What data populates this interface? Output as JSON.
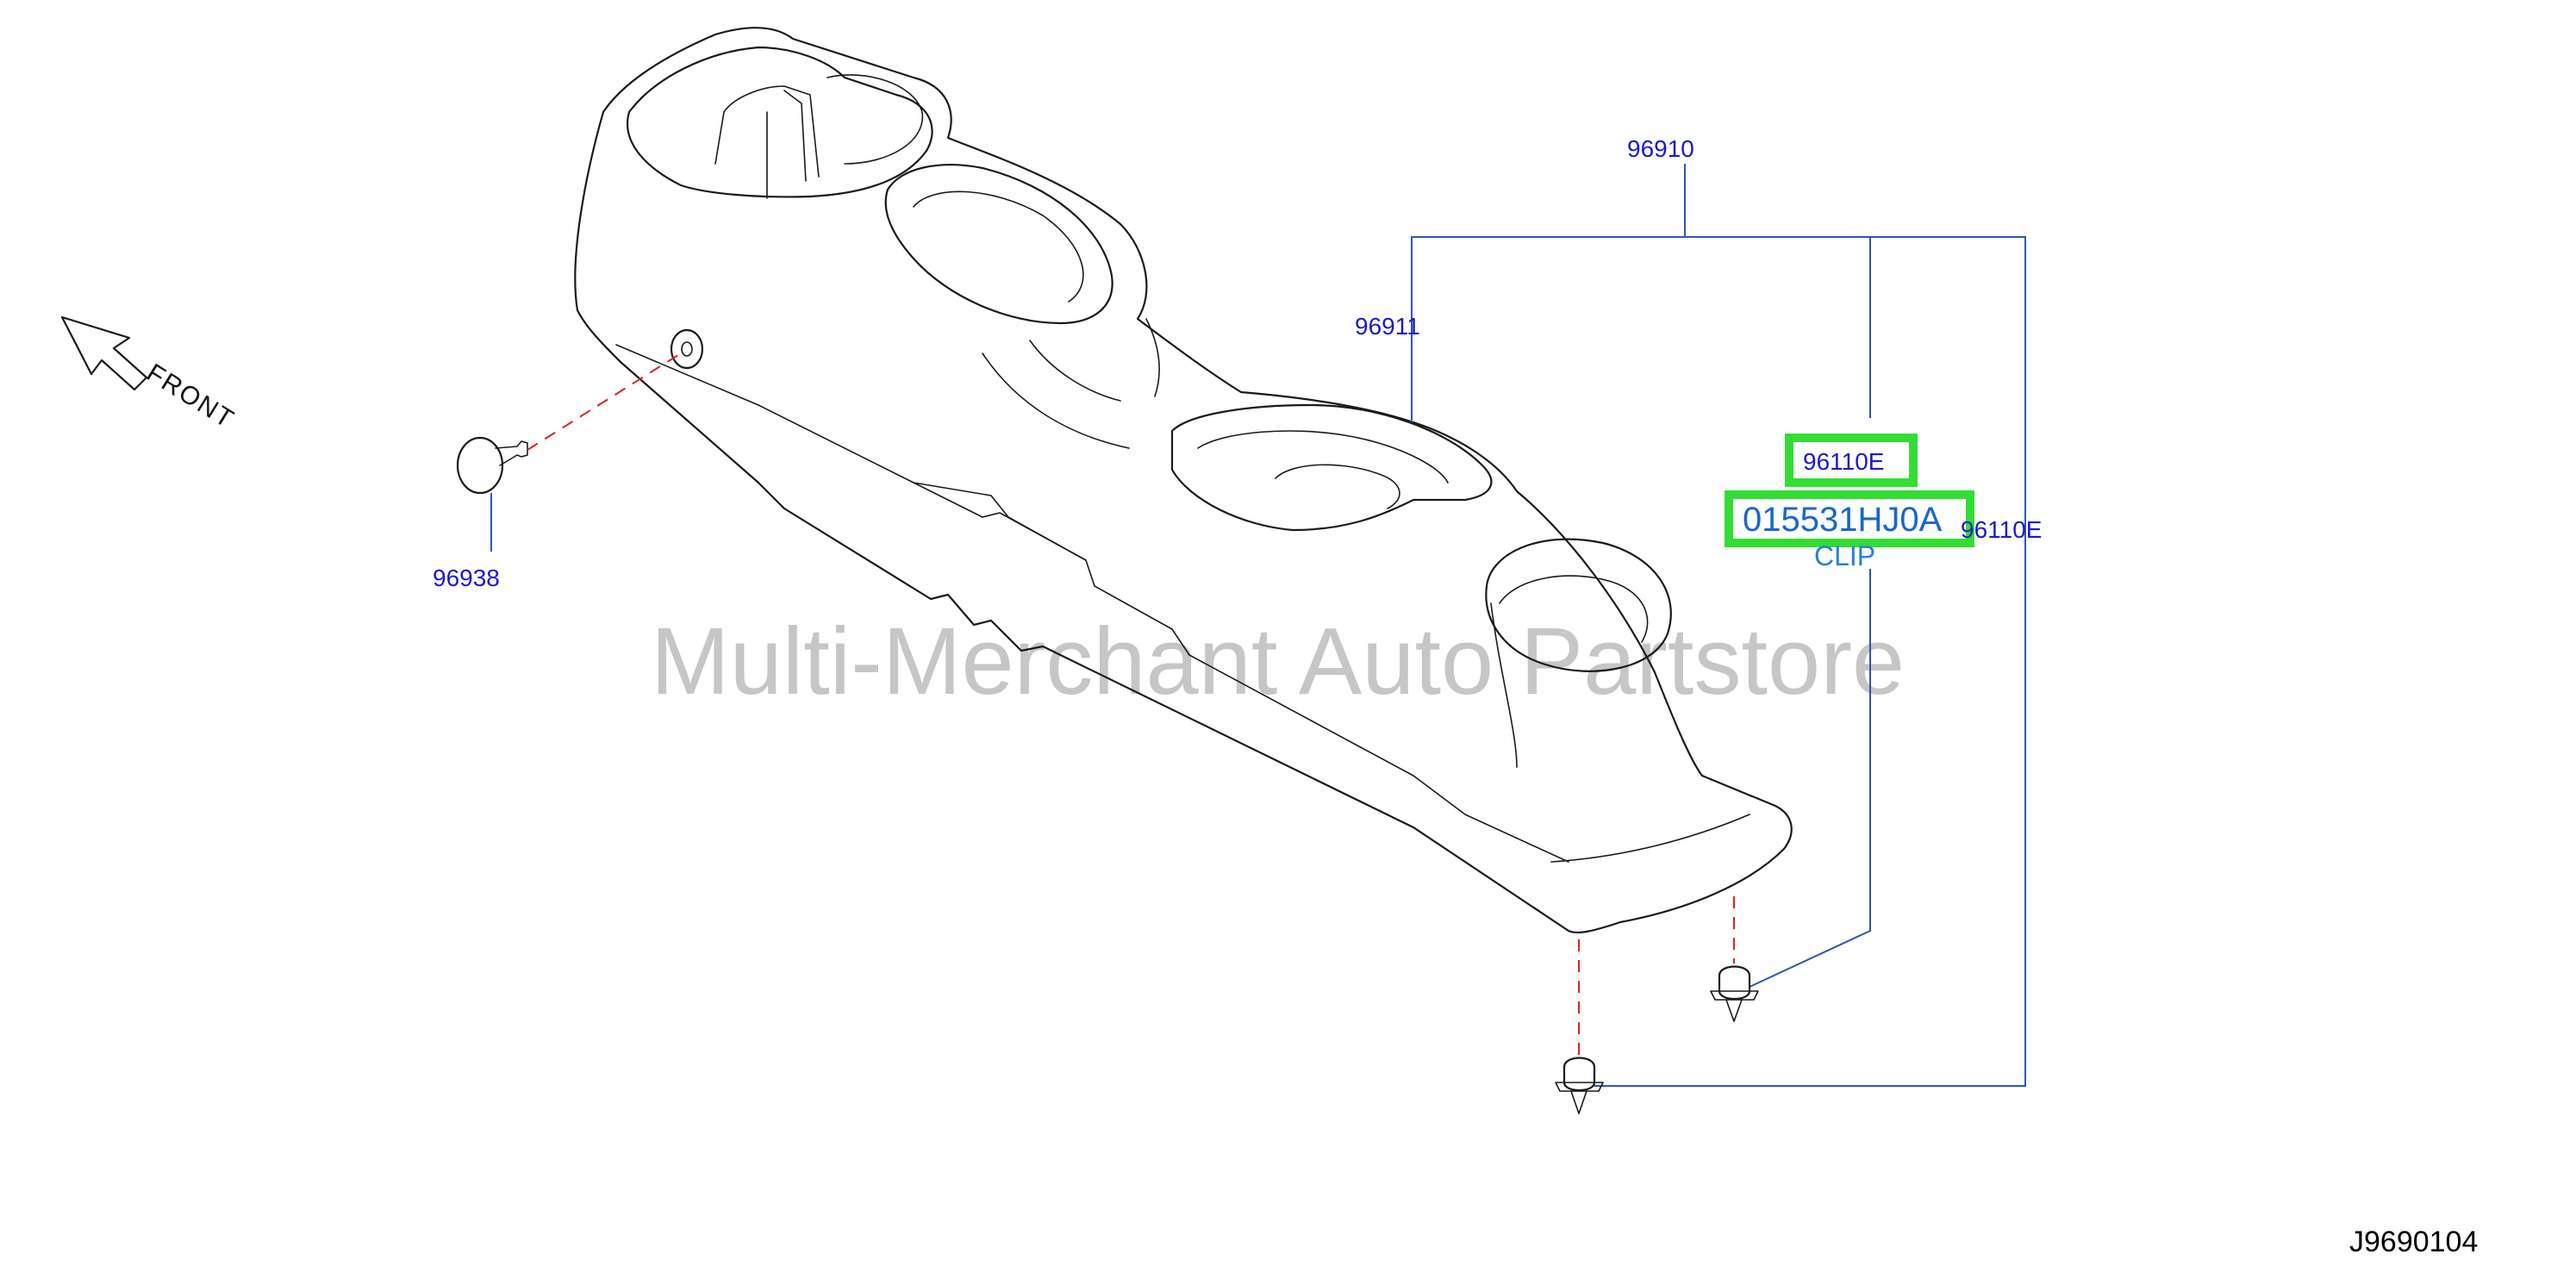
{
  "labels": {
    "assembly": "96910",
    "console": "96911",
    "cap": "96938",
    "clip_upper": "96110E",
    "clip_lower": "96110E",
    "highlighted_part_number": "015531HJ0A",
    "clip_name": "CLIP",
    "front": "FRONT"
  },
  "watermark": "Multi-Merchant Auto Partstore",
  "figure_id": "J9690104",
  "colors": {
    "callout_text": "#1a1acc",
    "leader_line": "#2a56b8",
    "highlight_box": "#33dd33",
    "dashed_line": "#e02020",
    "watermark": "#bdbdbd"
  },
  "icons": {
    "front_arrow": "front-arrow-icon",
    "cap": "push-cap-icon",
    "clip": "clip-fastener-icon"
  }
}
